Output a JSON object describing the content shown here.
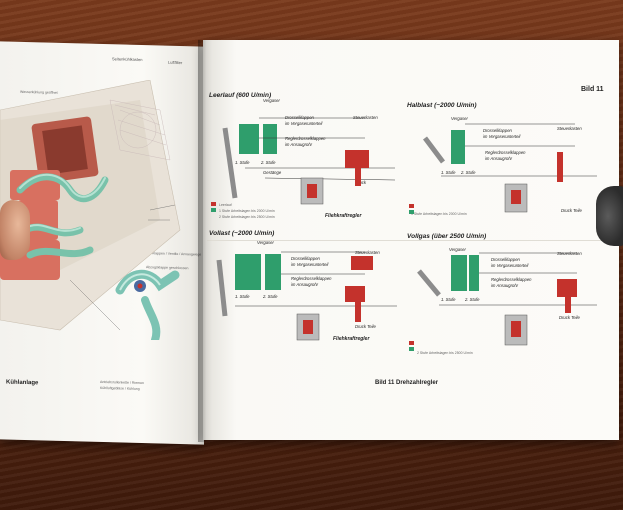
{
  "left_page": {
    "header_left": "Seitenkühlkasten",
    "header_right": "Luftfilter",
    "label_top": "Wasserkühlung geöffnet",
    "label_mid1": "Klappen / Ventile / Ansaugwege",
    "label_mid2": "Abzugsklappe geschlossen",
    "label_bottom1": "Antriebsrollenkette / Riemen",
    "label_bottom2": "Kühlluftgebläse / Kühlung",
    "footer": "Kühlanlage"
  },
  "right_page": {
    "bild": "Bild 11",
    "footer": "Bild 11  Drehzahlregler",
    "panels": [
      {
        "title": "Leerlauf (600 U/min)",
        "vergaser": "Vergaser",
        "drossel": "Drosselklappen",
        "drossel_sub": "im Vergaserunterteil",
        "regler": "Reglerdrosselklappen",
        "regler_sub": "im Ansaugrohr",
        "stufe1": "1. Stufe",
        "stufe2": "2. Stufe",
        "gestaenge": "Gestänge",
        "steuer": "Steuerkasten",
        "fliehkraft": "Fliehkraftregler",
        "druck": "Druck",
        "legend1": "Leerlauf",
        "legend2": "1 Stufe Arbeitslagen bis 2000 U/min",
        "legend3": "2 Stufe Arbeitslagen bis 2500 U/min"
      },
      {
        "title": "Halblast (~2000 U/min)",
        "vergaser": "Vergaser",
        "drossel": "Drosselklappen",
        "drossel_sub": "im Vergaserunterteil",
        "regler": "Reglerdrosselklappen",
        "regler_sub": "im Ansaugrohr",
        "stufe1": "1. Stufe",
        "stufe2": "2. Stufe",
        "steuer": "Steuerkasten",
        "druck": "Druck Teile",
        "legend1": "1 Stufe Arbeitslagen bis 2000 U/min"
      },
      {
        "title": "Vollast (~2000 U/min)",
        "vergaser": "Vergaser",
        "drossel": "Drosselklappen",
        "drossel_sub": "im Vergaserunterteil",
        "regler": "Reglerdrosselklappen",
        "regler_sub": "im Ansaugrohr",
        "stufe1": "1. Stufe",
        "stufe2": "2. Stufe",
        "steuer": "Steuerkasten",
        "fliehkraft": "Fliehkraftregler",
        "druck": "Druck Teile"
      },
      {
        "title": "Vollgas (über 2500 U/min)",
        "vergaser": "Vergaser",
        "drossel": "Drosselklappen",
        "drossel_sub": "im Vergaserunterteil",
        "regler": "Reglerdrosselklappen",
        "regler_sub": "im Ansaugrohr",
        "stufe1": "1. Stufe",
        "stufe2": "2. Stufe",
        "steuer": "Steuerkasten",
        "druck": "Druck Teile",
        "legend1": "2 Stufe Arbeitslagen bis 2500 U/min"
      }
    ]
  },
  "colors": {
    "green": "#2f9e6c",
    "red": "#c4322c",
    "gray": "#8c8c8c",
    "pipe": "#8fc7b8"
  }
}
